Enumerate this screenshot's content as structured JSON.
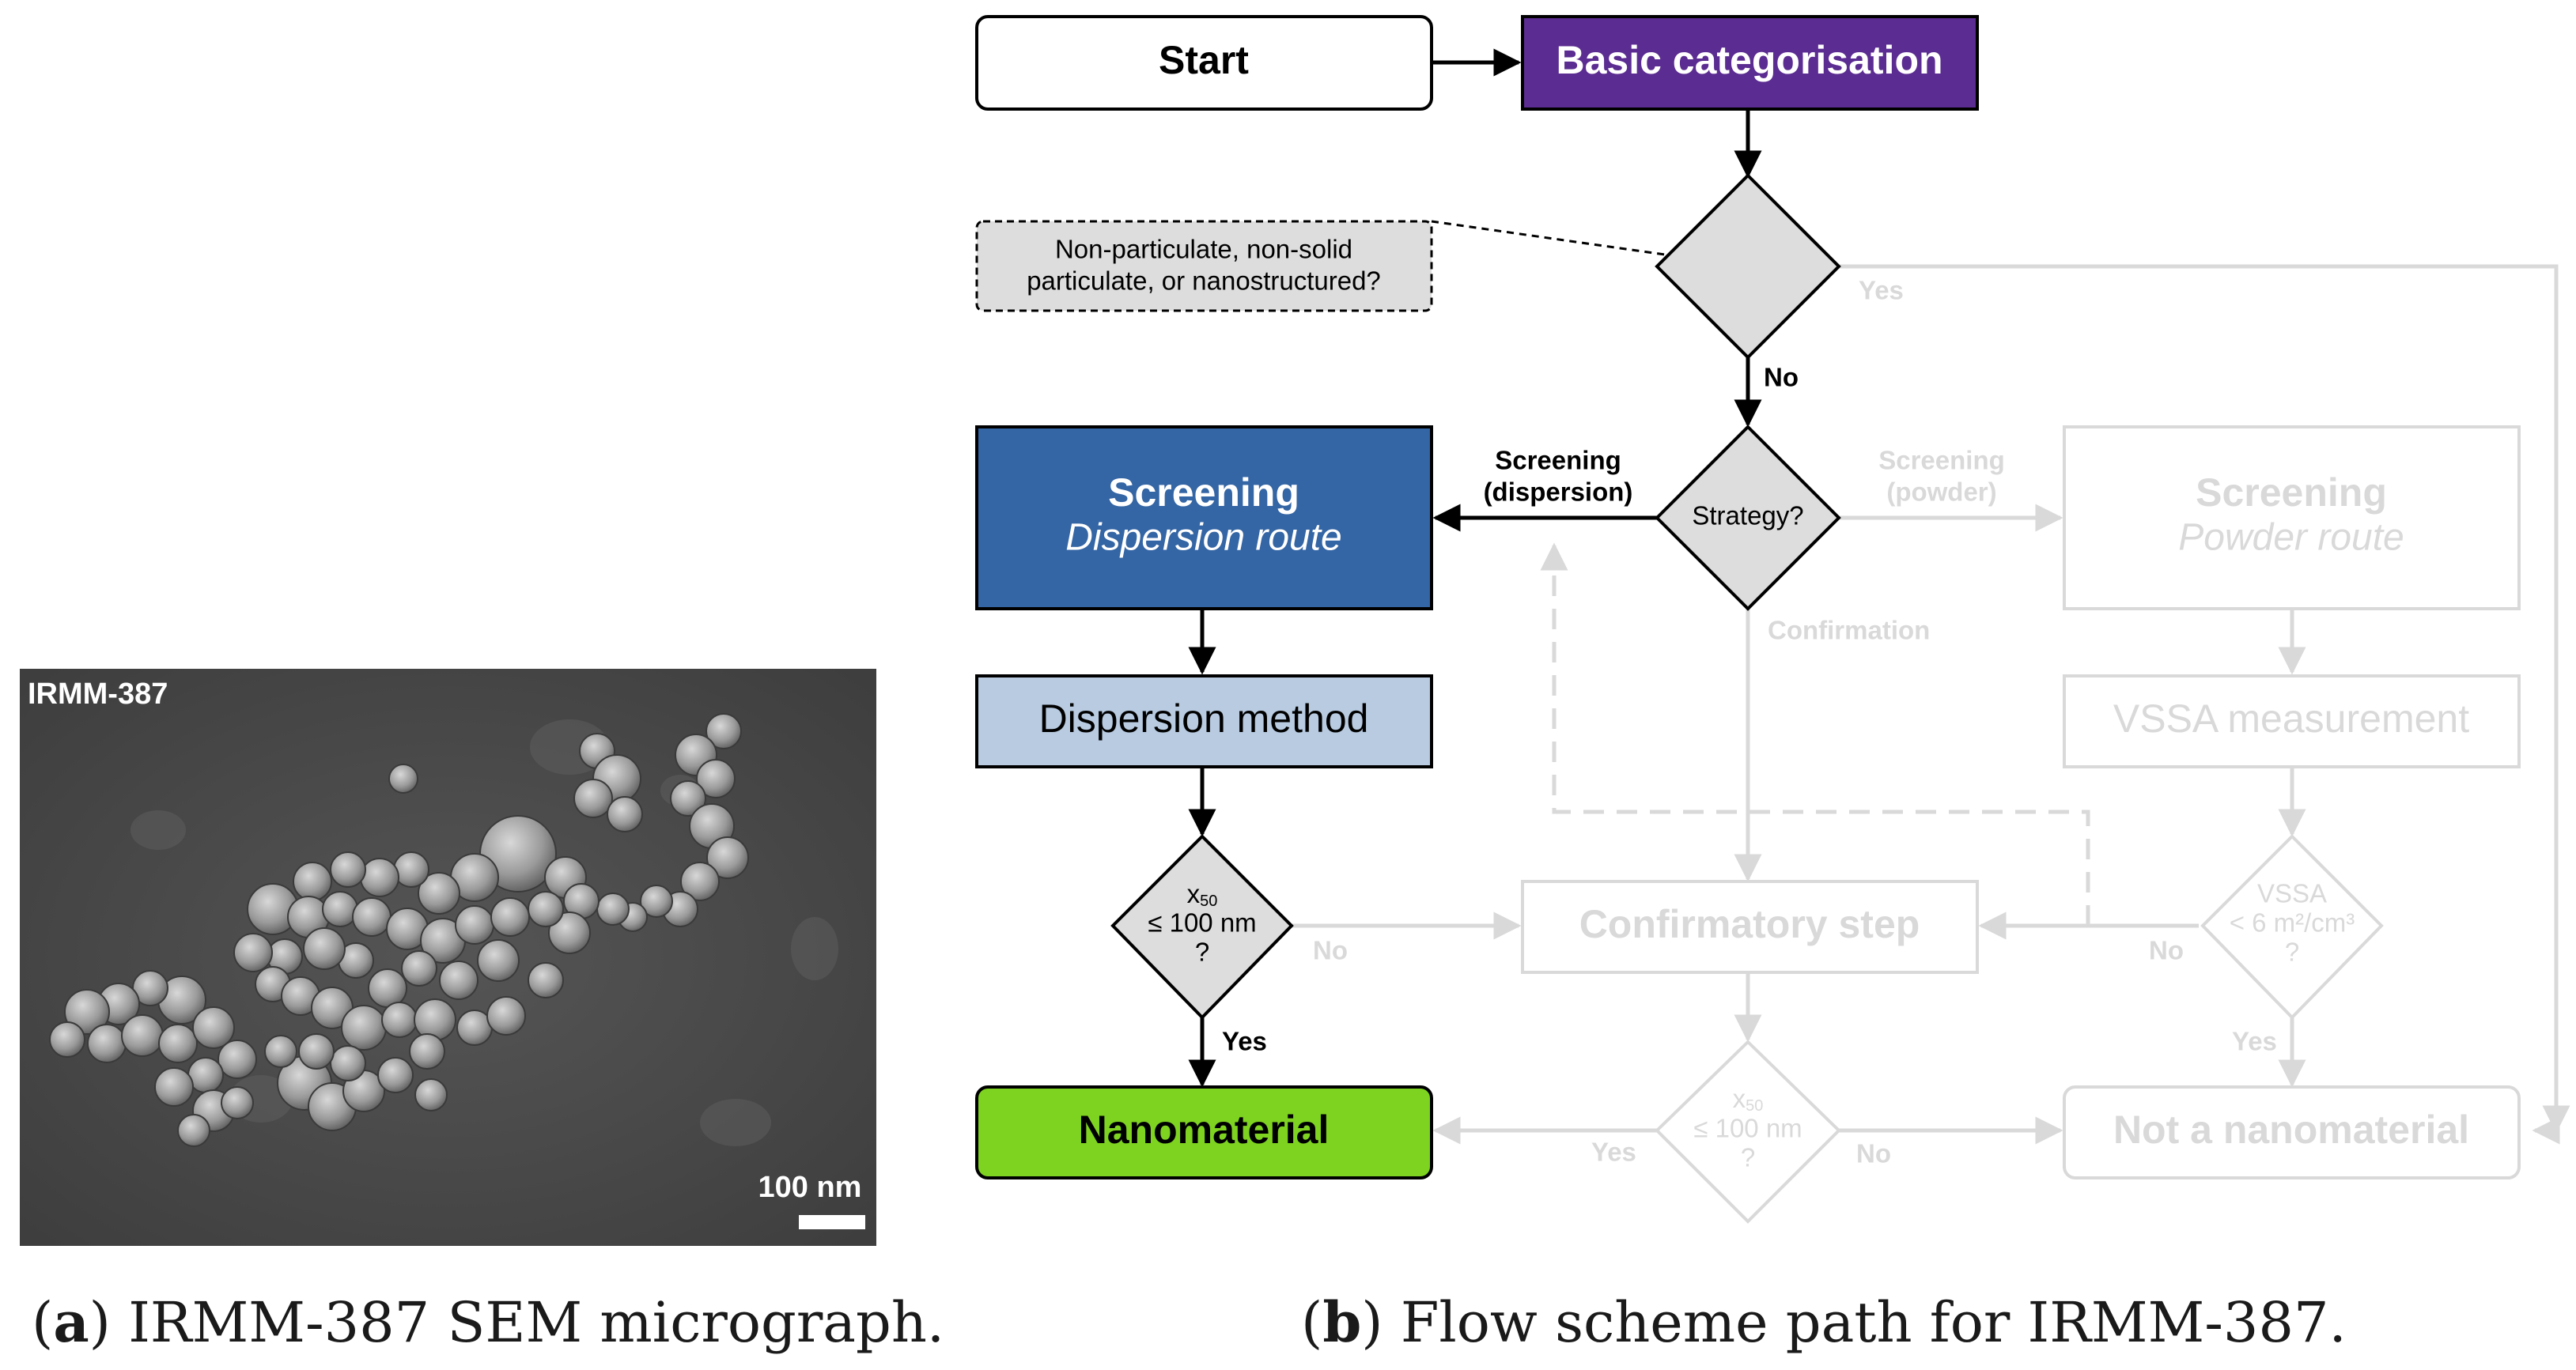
{
  "micrograph": {
    "sample_label": "IRMM-387",
    "scale_bar_label": "100 nm"
  },
  "captions": {
    "a_letter": "a",
    "a_text": "IRMM-387 SEM micrograph.",
    "b_letter": "b",
    "b_text": "Flow scheme path for IRMM-387."
  },
  "colors": {
    "basic_categorisation": "#5b2c91",
    "screening_dispersion": "#3465a4",
    "dispersion_method": "#b8cbe1",
    "nanomaterial": "#7ed321",
    "decision": "#dddddd",
    "inactive": "#d9d9d9",
    "micrograph_bg": "#4a4a4a"
  },
  "flow": {
    "start": "Start",
    "basic_categorisation": "Basic categorisation",
    "question_note_line1": "Non-particulate, non-solid",
    "question_note_line2": "particulate, or nanostructured?",
    "yes_top": "Yes",
    "no_top": "No",
    "strategy": "Strategy?",
    "screening_dispersion_label_line1": "Screening",
    "screening_dispersion_label_line2": "(dispersion)",
    "screening_powder_label_line1": "Screening",
    "screening_powder_label_line2": "(powder)",
    "confirmation_label": "Confirmation",
    "screening_dispersion_title": "Screening",
    "screening_dispersion_subtitle": "Dispersion route",
    "screening_powder_title": "Screening",
    "screening_powder_subtitle": "Powder route",
    "dispersion_method": "Dispersion method",
    "vssa_measurement": "VSSA measurement",
    "x50_main": "x",
    "x50_sub": "50",
    "x50_line2": "≤ 100 nm",
    "x50_line3": "?",
    "vssa_q_line1": "VSSA",
    "vssa_q_line2": "< 6 m²/cm³",
    "vssa_q_line3": "?",
    "confirmatory_step": "Confirmatory step",
    "nanomaterial": "Nanomaterial",
    "not_a_nanomaterial": "Not a nanomaterial",
    "yes": "Yes",
    "no": "No"
  }
}
